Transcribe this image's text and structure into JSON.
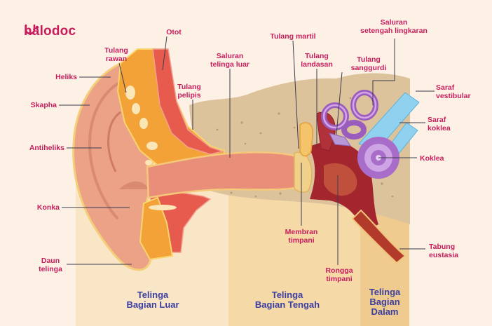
{
  "brand": {
    "name": "halodoc",
    "icon": "stethoscope-icon"
  },
  "colors": {
    "label": "#c81d5d",
    "section": "#3b3fa0"
  },
  "labels": {
    "heliks": "Heliks",
    "skapha": "Skapha",
    "antiheliks": "Antiheliks",
    "konka": "Konka",
    "daun_telinga": "Daun\ntelinga",
    "tulang_rawan": "Tulang\nrawan",
    "otot": "Otot",
    "tulang_pelipis": "Tulang\npelipis",
    "saluran_telinga_luar": "Saluran\ntelinga luar",
    "tulang_martil": "Tulang martil",
    "tulang_landasan": "Tulang\nlandasan",
    "tulang_sanggurdi": "Tulang\nsanggurdi",
    "saluran_setengah_lingkaran": "Saluran\nsetengah lingkaran",
    "saraf_vestibular": "Saraf\nvestibular",
    "saraf_koklea": "Saraf\nkoklea",
    "koklea": "Koklea",
    "membran_timpani": "Membran\ntimpani",
    "rongga_timpani": "Rongga\ntimpani",
    "tabung_eustasia": "Tabung\neustasia"
  },
  "sections": {
    "luar": "Telinga\nBagian Luar",
    "tengah": "Telinga\nBagian Tengah",
    "dalam": "Telinga\nBagian\nDalam"
  }
}
